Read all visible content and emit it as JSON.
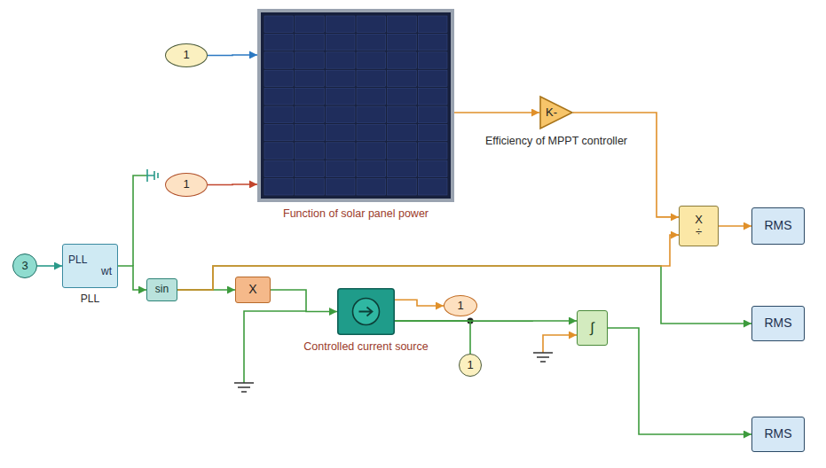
{
  "diagram": {
    "nodes": [
      {
        "text": [
          "1"
        ]
      },
      {
        "text": [
          "1"
        ]
      },
      {
        "text": [
          "Function of solar panel power"
        ]
      },
      {
        "text": [
          "K-",
          "Efficiency of MPPT controller"
        ]
      },
      {
        "text": [
          "X",
          "÷"
        ]
      },
      {
        "text": [
          "RMS"
        ]
      },
      {
        "text": [
          "3"
        ]
      },
      {
        "text": [
          "PLL",
          "wt",
          "PLL"
        ]
      },
      {
        "text": [
          "sin"
        ]
      },
      {
        "text": [
          "X"
        ]
      },
      {
        "text": [
          "RMS"
        ]
      },
      {
        "text": [
          "Controlled current source"
        ]
      },
      {
        "text": [
          "1"
        ]
      },
      {
        "text": [
          "1"
        ]
      },
      {
        "text": [
          "∫"
        ]
      },
      {
        "text": [
          "RMS"
        ]
      }
    ],
    "edges": [
      {
        "from": 0,
        "to": 2,
        "arrow": "to"
      },
      {
        "from": 1,
        "to": 2,
        "arrow": "to"
      },
      {
        "from": 2,
        "to": 3,
        "arrow": "to"
      },
      {
        "from": 3,
        "to": 4,
        "arrow": "to"
      },
      {
        "from": 4,
        "to": 5,
        "arrow": "to"
      },
      {
        "from": 6,
        "to": 7,
        "arrow": "to"
      },
      {
        "from": 7,
        "to": 8,
        "arrow": "to"
      },
      {
        "from": 8,
        "to": 9,
        "arrow": "to"
      },
      {
        "from": 8,
        "to": 4,
        "arrow": "to"
      },
      {
        "from": 8,
        "to": 10,
        "arrow": "to"
      },
      {
        "from": 9,
        "to": 11,
        "arrow": "to"
      },
      {
        "from": 11,
        "to": 12,
        "arrow": "to"
      },
      {
        "from": 11,
        "to": 13,
        "arrow": "none"
      },
      {
        "from": 11,
        "to": 14,
        "arrow": "to"
      },
      {
        "from": 14,
        "to": 15,
        "arrow": "to"
      }
    ]
  }
}
